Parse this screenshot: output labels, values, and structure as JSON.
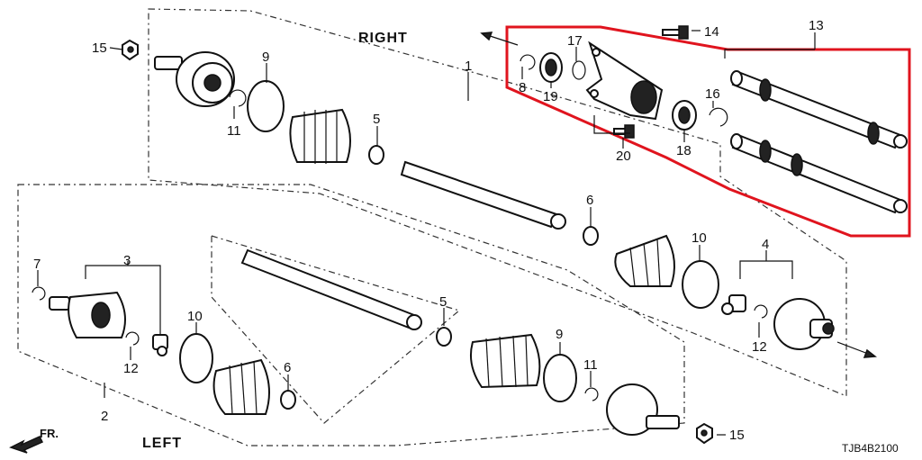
{
  "sides": {
    "right": "RIGHT",
    "left": "LEFT"
  },
  "direction": "FR.",
  "diagram_code": "TJB4B2100",
  "highlight_color": "#e0141e",
  "callouts": {
    "n1": "1",
    "n2": "2",
    "n3": "3",
    "n4": "4",
    "n5a": "5",
    "n5b": "5",
    "n6a": "6",
    "n6b": "6",
    "n7": "7",
    "n8": "8",
    "n9a": "9",
    "n9b": "9",
    "n10a": "10",
    "n10b": "10",
    "n11a": "11",
    "n11b": "11",
    "n12a": "12",
    "n12b": "12",
    "n13": "13",
    "n14": "14",
    "n15a": "15",
    "n15b": "15",
    "n16": "16",
    "n17": "17",
    "n18": "18",
    "n19": "19",
    "n20": "20"
  }
}
